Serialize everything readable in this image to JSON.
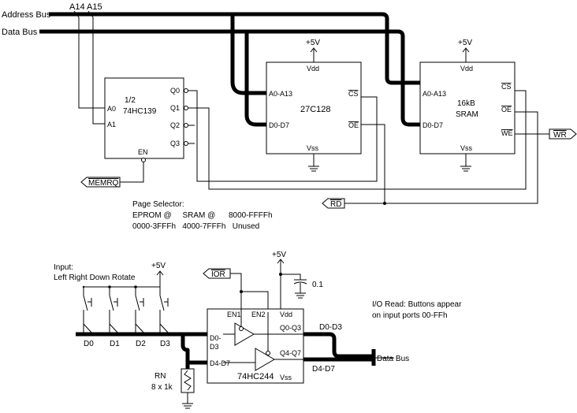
{
  "buses": {
    "address_bus": "Address Bus",
    "data_bus": "Data Bus",
    "a14": "A14",
    "a15": "A15"
  },
  "decoder": {
    "line1": "1/2",
    "line2": "74HC139",
    "a0": "A0",
    "a1": "A1",
    "en": "EN",
    "q0": "Q0",
    "q1": "Q1",
    "q2": "Q2",
    "q3": "Q3"
  },
  "eprom": {
    "name": "27C128",
    "vdd": "Vdd",
    "vss": "Vss",
    "addr": "A0-A13",
    "data": "D0-D7",
    "cs": "CS",
    "oe": "OE",
    "supply": "+5V"
  },
  "sram": {
    "line1": "16kB",
    "line2": "SRAM",
    "vdd": "Vdd",
    "vss": "Vss",
    "addr": "A0-A13",
    "data": "D0-D7",
    "cs": "CS",
    "oe": "OE",
    "we": "WE",
    "supply": "+5V"
  },
  "signals": {
    "memrq": "MEMRQ",
    "rd": "RD",
    "wr": "WR",
    "ior": "IOR"
  },
  "page_selector": {
    "title": "Page Selector:",
    "row1": "EPROM @     SRAM @      8000-FFFFh",
    "row2": "0000-3FFFh   4000-7FFFh   Unused"
  },
  "input": {
    "title": "Input:",
    "subtitle": "Left Right Down Rotate",
    "supply": "+5V",
    "d0": "D0",
    "d1": "D1",
    "d2": "D2",
    "d3": "D3",
    "rn1": "RN",
    "rn2": "8 x 1k"
  },
  "buffer": {
    "name": "74HC244",
    "en1": "EN1",
    "en2": "EN2",
    "vdd": "Vdd",
    "vss": "Vss",
    "in_low_a": "D0-",
    "in_low_b": "D3",
    "in_high": "D4-D7",
    "out_low": "Q0-Q3",
    "out_high": "Q4-Q7",
    "supply": "+5V",
    "cap": "0.1",
    "bus_low": "D0-D3",
    "bus_high": "D4-D7",
    "data_bus": "Data Bus"
  },
  "io_note": {
    "line1": "I/O Read: Buttons appear",
    "line2": "on input ports 00-FFh"
  }
}
